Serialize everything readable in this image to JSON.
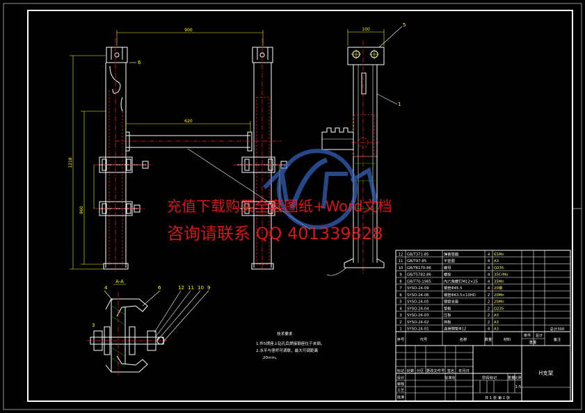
{
  "colors": {
    "background": "#000000",
    "outline": "#ffffff",
    "center_line": "#ff2020",
    "dimension": "#ffff00",
    "hatch": "#00d000",
    "watermark_text": "#ff1a1a",
    "watermark_logo": "#3b6fd1"
  },
  "watermark": {
    "line1": "充值下载购买全套图纸+Word文档",
    "line2": "咨询请联系 QQ 401339828"
  },
  "dimensions": {
    "overall_width": "900",
    "inner_width": "620",
    "overall_height": "1218",
    "lower_height": "860",
    "bracket_width": "100"
  },
  "callouts": {
    "front_clevis": "6",
    "side_bracket": "5",
    "side_post": "1",
    "section_a": "4",
    "section_b": "3",
    "section_c": "6",
    "section_d": "12",
    "section_e": "11",
    "section_f": "10",
    "section_g": "9",
    "section_label": "A-A"
  },
  "tech_requirements": {
    "title": "技术要求",
    "line1": "1.件5焊座上钻孔后焊接钢座位于夹钢。",
    "line2": "2.水平与竖杆可调联，最大可调距离",
    "line3": "20mm。"
  },
  "parts_list": {
    "headers": {
      "no": "序号",
      "code": "代号",
      "name": "名称",
      "qty": "数量",
      "material": "材料",
      "unit": "单件",
      "total": "总计",
      "weight": "重量",
      "remark": "备注",
      "total_value": "总计300"
    },
    "rows": [
      {
        "no": "12",
        "code": "GB/T371-85",
        "name": "弹簧垫圈",
        "qty": "4",
        "material": "65Mn"
      },
      {
        "no": "11",
        "code": "GB/T97-85",
        "name": "平垫圈",
        "qty": "4",
        "material": "A3"
      },
      {
        "no": "10",
        "code": "GB/T6170-86",
        "name": "螺母",
        "qty": "4",
        "material": "Q235"
      },
      {
        "no": "9",
        "code": "GB/T5782-86",
        "name": "螺栓",
        "qty": "4",
        "material": "35CrMo"
      },
      {
        "no": "8",
        "code": "GB/T70-1985",
        "name": "内六角螺钉M12×25",
        "qty": "4",
        "material": "35Mn"
      },
      {
        "no": "7",
        "code": "SYSO-24-09",
        "name": "钢管Φ45.5",
        "qty": "4",
        "material": "20钢"
      },
      {
        "no": "6",
        "code": "SYSO-24-06",
        "name": "钢管Φ63.5×10HD",
        "qty": "2",
        "material": "20Mn"
      },
      {
        "no": "5",
        "code": "SYSO-24-05",
        "name": "钢管支座",
        "qty": "2",
        "material": "20Mn"
      },
      {
        "no": "4",
        "code": "SYSO-24-04",
        "name": "垫板",
        "qty": "2",
        "material": "Q235"
      },
      {
        "no": "3",
        "code": "SYSO-24-03",
        "name": "压板",
        "qty": "2",
        "material": "A3"
      },
      {
        "no": "2",
        "code": "SYSO-24-02",
        "name": "挡板",
        "qty": "2",
        "material": "A3"
      },
      {
        "no": "1",
        "code": "SYSO-24-01",
        "name": "连接钢管Φ12",
        "qty": "4",
        "material": "A3"
      }
    ]
  },
  "title_block": {
    "mark": "标记",
    "count": "处数",
    "zone": "分区",
    "change_doc": "更改文件号",
    "signature": "签名",
    "date": "年月日",
    "design": "设计",
    "standard": "标准化",
    "review": "审核",
    "process": "工艺",
    "approve": "批准",
    "stage_mark": "阶段标记",
    "weight": "重量",
    "ratio": "比例",
    "scale": "1:5",
    "sheets": "共 1 张  第 1 张",
    "drawing_title": "H支架"
  }
}
